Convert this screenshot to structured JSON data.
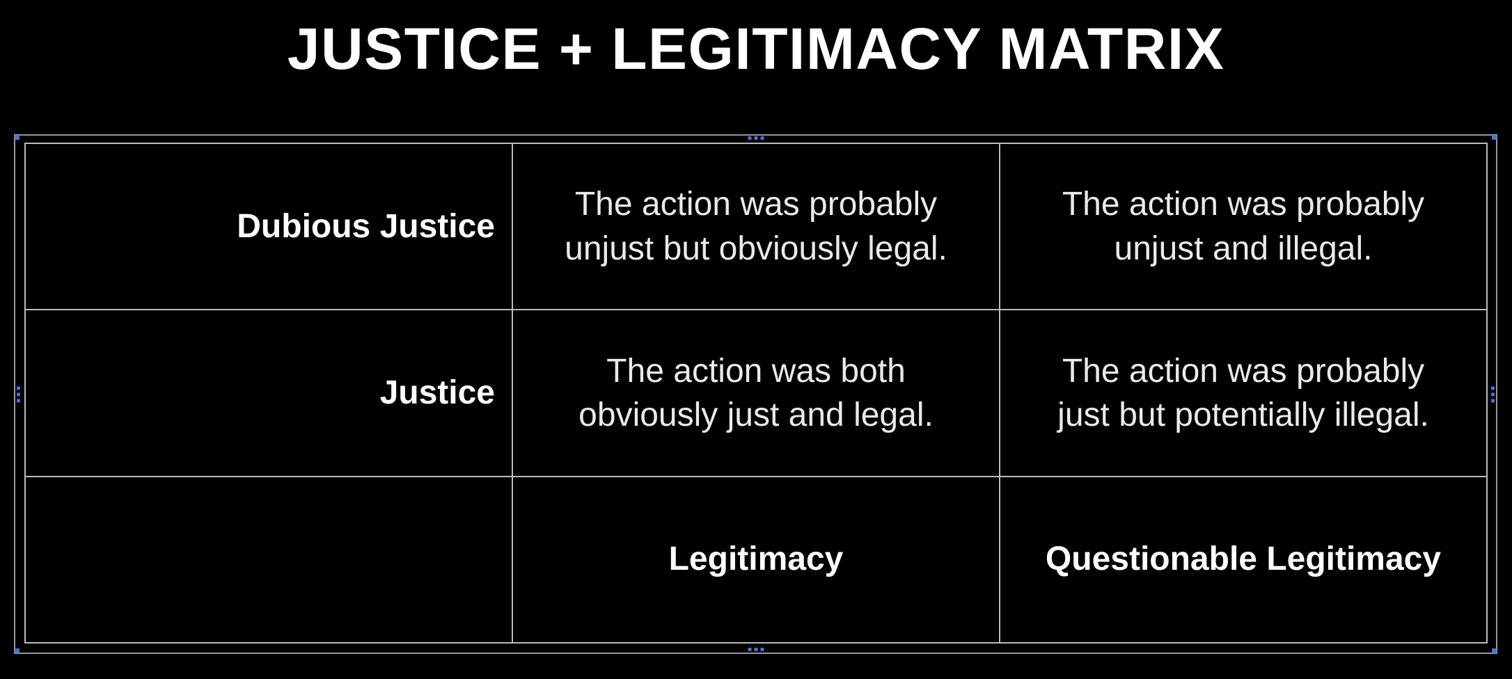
{
  "slide": {
    "title": "JUSTICE + LEGITIMACY MATRIX"
  },
  "table": {
    "rows": [
      {
        "cells": [
          {
            "text": "Dubious Justice"
          },
          {
            "text": "The action was probably\nunjust but obviously legal."
          },
          {
            "text": "The action was probably\nunjust and illegal."
          }
        ]
      },
      {
        "cells": [
          {
            "text": "Justice"
          },
          {
            "text": "The action was both\nobviously just and legal."
          },
          {
            "text": "The action was probably\njust but potentially illegal."
          }
        ]
      },
      {
        "cells": [
          {
            "text": ""
          },
          {
            "text": "Legitimacy"
          },
          {
            "text": "Questionable Legitimacy"
          }
        ]
      }
    ]
  },
  "colors": {
    "background": "#000000",
    "title_text": "#ffffff",
    "body_text": "#eaeaea",
    "table_border": "#bcbcbc",
    "selection_outline": "#96989c",
    "handle_blue": "#4d72d8"
  }
}
